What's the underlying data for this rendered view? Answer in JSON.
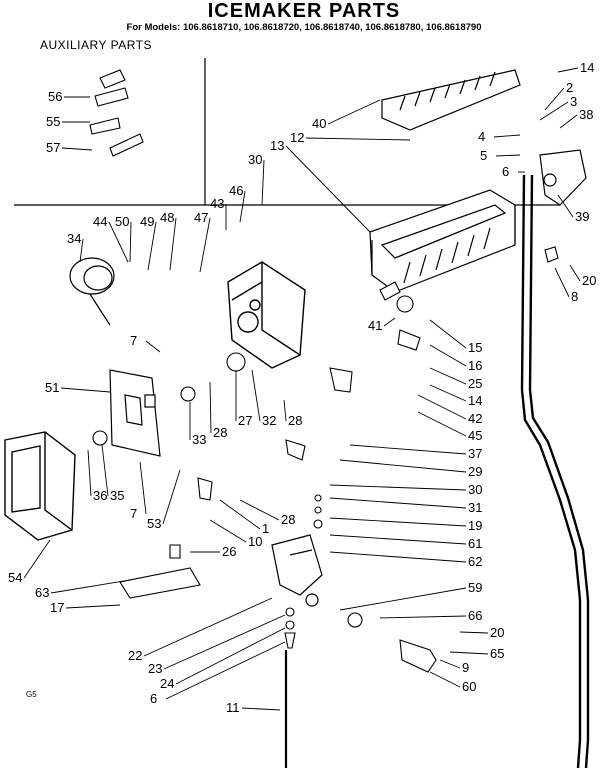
{
  "header": {
    "title": "ICEMAKER PARTS",
    "models": "For Models: 106.8618710, 106.8618720, 106.8618740, 106.8618780, 106.8618790"
  },
  "aux_label": "AUXILIARY PARTS",
  "corner_mark": "G5",
  "callouts": [
    "56",
    "55",
    "57",
    "40",
    "14",
    "2",
    "3",
    "38",
    "12",
    "4",
    "5",
    "6",
    "13",
    "30",
    "46",
    "43",
    "47",
    "48",
    "49",
    "50",
    "44",
    "34",
    "39",
    "20",
    "8",
    "41",
    "15",
    "16",
    "25",
    "14",
    "42",
    "45",
    "37",
    "29",
    "30",
    "31",
    "19",
    "61",
    "62",
    "59",
    "66",
    "20",
    "65",
    "9",
    "60",
    "11",
    "7",
    "51",
    "33",
    "28",
    "27",
    "32",
    "28",
    "36",
    "35",
    "7",
    "53",
    "1",
    "10",
    "28",
    "26",
    "54",
    "63",
    "17",
    "22",
    "23",
    "24",
    "6"
  ]
}
